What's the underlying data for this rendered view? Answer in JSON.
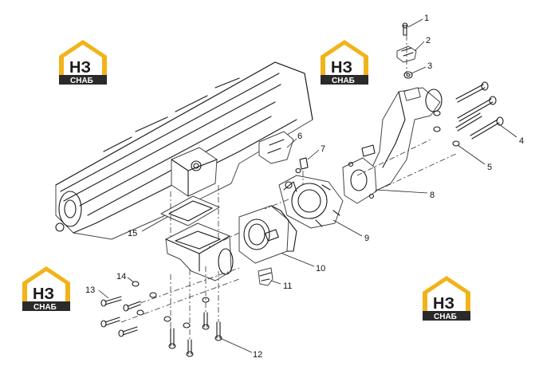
{
  "diagram": {
    "callouts": [
      "1",
      "2",
      "3",
      "4",
      "5",
      "6",
      "7",
      "8",
      "9",
      "10",
      "11",
      "12",
      "13",
      "14",
      "15"
    ]
  },
  "logo": {
    "mark": "НЗ",
    "label": "СНАБ",
    "colors": {
      "roof": "#f2b31a",
      "bar": "#2a2a2a",
      "letter": "#1a1a1a"
    }
  }
}
